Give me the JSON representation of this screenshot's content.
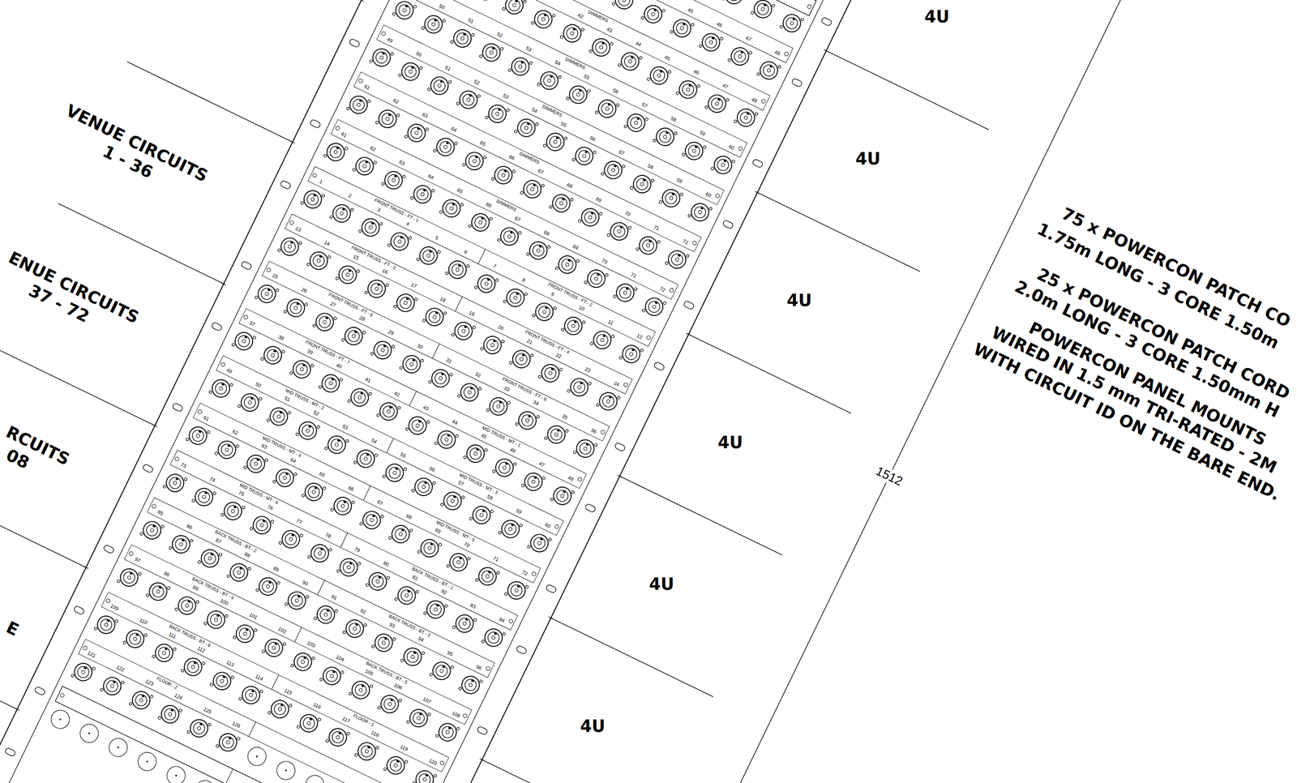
{
  "diagram": {
    "nodes": [
      {
        "text": [
          "45",
          "46",
          "47",
          "48"
        ]
      },
      {
        "text": [
          "42",
          "43",
          "44",
          "45",
          "46",
          "47",
          "48",
          "DIMMERS"
        ]
      },
      {
        "text": [
          "50",
          "51",
          "52",
          "53",
          "54",
          "55",
          "56",
          "57",
          "58",
          "59",
          "60",
          "DIMMERS"
        ]
      },
      {
        "text": [
          "49",
          "50",
          "51",
          "52",
          "53",
          "54",
          "55",
          "56",
          "57",
          "58",
          "59",
          "60",
          "DIMMERS"
        ]
      },
      {
        "text": [
          "61",
          "62",
          "63",
          "64",
          "65",
          "66",
          "67",
          "68",
          "69",
          "70",
          "71",
          "72",
          "DIMMERS"
        ]
      },
      {
        "text": [
          "61",
          "62",
          "63",
          "64",
          "65",
          "66",
          "67",
          "68",
          "69",
          "70",
          "71",
          "72",
          "DIMMERS"
        ]
      },
      {
        "text": [
          "1",
          "2",
          "3",
          "4",
          "5",
          "6",
          "7",
          "8",
          "9",
          "10",
          "11",
          "12",
          "FRONT TRUSS - FT - 1",
          "FRONT TRUSS - FT - 2"
        ]
      },
      {
        "text": [
          "13",
          "14",
          "15",
          "16",
          "17",
          "18",
          "19",
          "20",
          "21",
          "22",
          "23",
          "24",
          "FRONT TRUSS - FT - 3",
          "FRONT TRUSS - FT - 4"
        ]
      },
      {
        "text": [
          "25",
          "26",
          "27",
          "28",
          "29",
          "30",
          "31",
          "32",
          "33",
          "34",
          "35",
          "36",
          "FRONT TRUSS - FT - 5",
          "FRONT TRUSS - FT - 6"
        ]
      },
      {
        "text": [
          "37",
          "38",
          "39",
          "40",
          "41",
          "42",
          "43",
          "44",
          "45",
          "46",
          "47",
          "48",
          "FRONT TRUSS - FT - 7",
          "MID TRUSS - MT - 1"
        ]
      },
      {
        "text": [
          "49",
          "50",
          "51",
          "52",
          "53",
          "54",
          "55",
          "56",
          "57",
          "58",
          "59",
          "60",
          "MID TRUSS - MT - 2",
          "MID TRUSS - MT - 3"
        ]
      },
      {
        "text": [
          "61",
          "62",
          "63",
          "64",
          "65",
          "66",
          "67",
          "68",
          "69",
          "70",
          "71",
          "72",
          "MID TRUSS - MT - 4",
          "MID TRUSS - MT - 5"
        ]
      },
      {
        "text": [
          "73",
          "74",
          "75",
          "76",
          "77",
          "78",
          "79",
          "80",
          "81",
          "82",
          "83",
          "84",
          "MID TRUSS - MT - 6",
          "BACK TRUSS - BT - 1"
        ]
      },
      {
        "text": [
          "85",
          "86",
          "87",
          "88",
          "89",
          "90",
          "91",
          "92",
          "93",
          "94",
          "95",
          "96",
          "BACK TRUSS - BT - 2",
          "BACK TRUSS - BT - 3"
        ]
      },
      {
        "text": [
          "97",
          "98",
          "99",
          "100",
          "101",
          "102",
          "103",
          "104",
          "105",
          "106",
          "107",
          "108",
          "BACK TRUSS - BT - 4",
          "BACK TRUSS - BT - 5"
        ]
      },
      {
        "text": [
          "109",
          "110",
          "111",
          "112",
          "113",
          "114",
          "115",
          "116",
          "117",
          "118",
          "119",
          "120",
          "BACK TRUSS - BT - 6",
          "FLOOR - 1"
        ]
      },
      {
        "text": [
          "121",
          "122",
          "123",
          "124",
          "125",
          "126",
          "FLOOR - 2"
        ]
      }
    ],
    "labels": [
      "VENUE CIRCUITS",
      "1 - 36",
      "ENUE CIRCUITS",
      "37 - 72",
      "RCUITS",
      "08",
      "E",
      "4U",
      "4U",
      "4U",
      "4U",
      "4U",
      "4U",
      "1512",
      "75 x POWERCON PATCH CO",
      "1.75m LONG - 3 CORE 1.50m",
      "25 x POWERCON PATCH CORD",
      "2.0m LONG - 3 CORE 1.50mm H",
      "POWERCON PANEL MOUNTS",
      "WIRED IN 1.5 mm TRI-RATED - 2M",
      "WITH CIRCUIT ID ON THE BARE END."
    ]
  }
}
